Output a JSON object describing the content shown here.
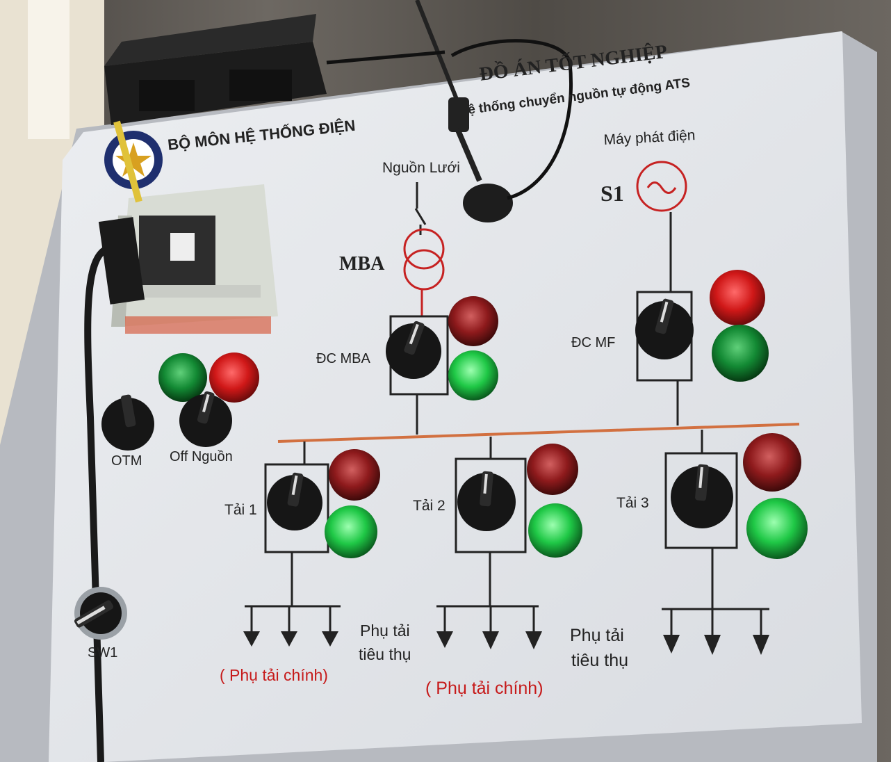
{
  "panel": {
    "title": "ĐỒ ÁN TỐT NGHIỆP",
    "subtitle": "ệ thống chuyển nguồn tự động ATS",
    "department": "BỘ MÔN HỆ THỐNG ĐIỆN"
  },
  "sources": {
    "grid_label": "Nguồn Lưới",
    "transformer_label": "MBA",
    "generator_label": "Máy phát điện",
    "generator_id": "S1"
  },
  "breakers": {
    "mba": "ĐC MBA",
    "mf": "ĐC MF"
  },
  "controls": {
    "otm": "OTM",
    "off_power": "Off Nguồn",
    "sw1": "SW1"
  },
  "loads": {
    "load1": "Tải 1",
    "load2": "Tải 2",
    "load3": "Tải 3",
    "consumer_a": "Phụ tải",
    "consumer_b": "tiêu thụ",
    "main_load": "( Phụ tải chính)"
  },
  "colors": {
    "panel": "#e4e6ea",
    "line_black": "#222222",
    "line_red": "#c62222",
    "busbar": "#d27040",
    "lamp_red": "#d01818",
    "lamp_green": "#1fc846"
  }
}
